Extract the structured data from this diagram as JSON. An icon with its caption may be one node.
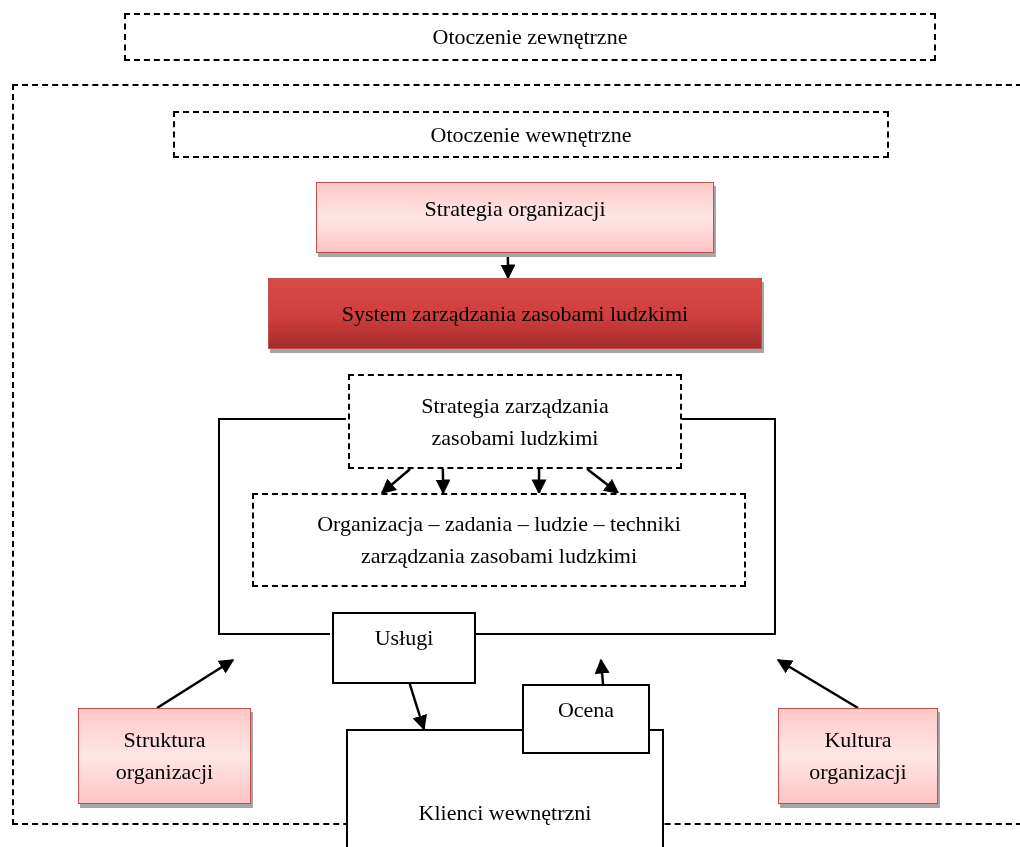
{
  "diagram": {
    "nodes": [
      {
        "text": [
          "Otoczenie zewnętrzne"
        ]
      },
      {
        "text": [],
        "shape": "box"
      },
      {
        "text": [
          "Otoczenie wewnętrzne"
        ],
        "in": 1
      },
      {
        "text": [
          "Strategia organizacji"
        ],
        "in": 1
      },
      {
        "text": [
          "System zarządzania zasobami ludzkimi"
        ],
        "in": 1
      },
      {
        "text": [
          "Strategia zarządzania zasobami ludzkimi"
        ],
        "in": 1
      },
      {
        "text": [
          "Organizacja – zadania – ludzie – techniki zarządzania zasobami ludzkimi"
        ],
        "in": 1
      },
      {
        "text": [
          "Usługi"
        ],
        "in": 1
      },
      {
        "text": [
          "Ocena"
        ],
        "in": 1
      },
      {
        "text": [
          "Klienci wewnętrzni"
        ]
      },
      {
        "text": [
          "Struktura organizacji"
        ],
        "in": 1
      },
      {
        "text": [
          "Kultura organizacji"
        ],
        "in": 1
      }
    ],
    "edges": [
      {
        "from": 3,
        "to": 4,
        "arrow": "to"
      },
      {
        "from": 5,
        "to": 6,
        "arrow": "to"
      },
      {
        "from": 5,
        "to": 6,
        "arrow": "to"
      },
      {
        "from": 5,
        "to": 6,
        "arrow": "to"
      },
      {
        "from": 5,
        "to": 6,
        "arrow": "to"
      },
      {
        "from": 7,
        "to": 9,
        "arrow": "to"
      },
      {
        "from": 8,
        "to": null,
        "arrow": "to"
      },
      {
        "from": 10,
        "to": null,
        "arrow": "to"
      },
      {
        "from": 11,
        "to": null,
        "arrow": "to"
      }
    ]
  }
}
